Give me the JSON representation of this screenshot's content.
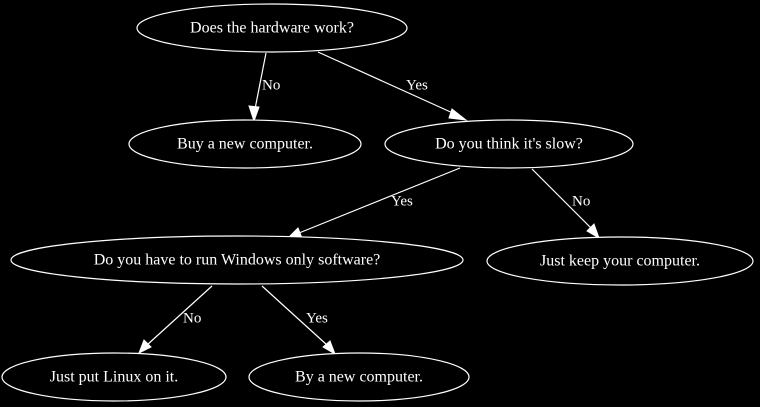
{
  "diagram": {
    "background": "#000000",
    "foreground": "#ffffff",
    "nodes": {
      "hardware": "Does the hardware work?",
      "buy_new": "Buy a new computer.",
      "slow": "Do you think it's slow?",
      "windows": "Do you have to run Windows only software?",
      "keep": "Just keep your computer.",
      "linux": "Just put Linux on it.",
      "by_new": "By a new computer."
    },
    "edges": {
      "hardware_buy_new": "No",
      "hardware_slow": "Yes",
      "slow_windows": "Yes",
      "slow_keep": "No",
      "windows_linux": "No",
      "windows_by_new": "Yes"
    }
  }
}
